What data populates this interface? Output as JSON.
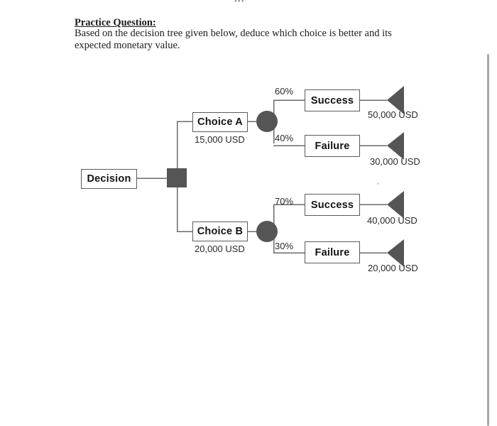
{
  "document": {
    "top_artifact": "•••",
    "question_title": "Practice Question:",
    "question_body": "Based on the decision tree given below, deduce which choice is better and its expected monetary value."
  },
  "chart_data": {
    "type": "diagram",
    "title": "Decision tree",
    "root": {
      "label": "Decision",
      "node_type": "decision-square"
    },
    "branches": [
      {
        "id": "choice-a",
        "label": "Choice A",
        "cost": "15,000 USD",
        "node_type": "chance-circle",
        "outcomes": [
          {
            "id": "a-success",
            "label": "Success",
            "probability": "60%",
            "value": "50,000 USD",
            "endpoint": "triangle"
          },
          {
            "id": "a-failure",
            "label": "Failure",
            "probability": "40%",
            "value": "30,000 USD",
            "endpoint": "triangle"
          }
        ]
      },
      {
        "id": "choice-b",
        "label": "Choice B",
        "cost": "20,000 USD",
        "node_type": "chance-circle",
        "outcomes": [
          {
            "id": "b-success",
            "label": "Success",
            "probability": "70%",
            "value": "40,000 USD",
            "endpoint": "triangle"
          },
          {
            "id": "b-failure",
            "label": "Failure",
            "probability": "30%",
            "value": "20,000 USD",
            "endpoint": "triangle"
          }
        ]
      }
    ],
    "colors": {
      "node_fill": "#555555",
      "box_border": "#5b5b5b",
      "connector": "#6a6a6a",
      "text": "#141414",
      "page_background": "#ffffff",
      "scrollbar": "#a8a8a8"
    }
  }
}
